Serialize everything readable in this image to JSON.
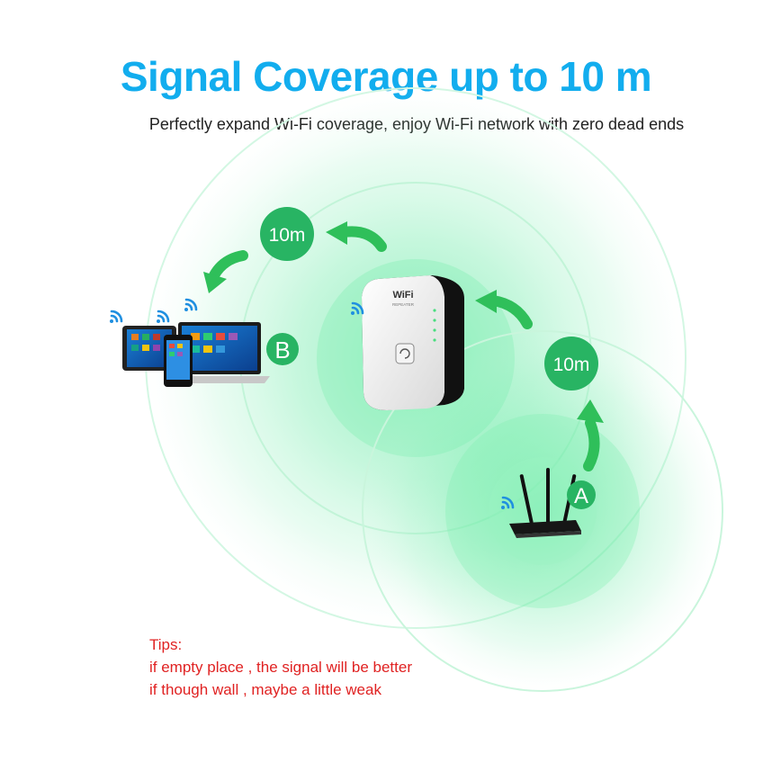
{
  "title": "Signal Coverage up to 10 m",
  "subtitle": "Perfectly expand Wi-Fi coverage, enjoy Wi-Fi network with zero dead ends",
  "badges": {
    "left_distance": "10m",
    "right_distance": "10m",
    "point_a": "A",
    "point_b": "B"
  },
  "repeater": {
    "brand": "WiFi",
    "model": "REPEATER"
  },
  "tips": {
    "heading": "Tips:",
    "line1": "if empty place , the signal will be better",
    "line2": "if though wall , maybe a little weak"
  },
  "colors": {
    "title": "#12adee",
    "badge": "#28b463",
    "arrow": "#2fbf5a",
    "wifi_icon": "#1f8fe0",
    "tips": "#e02222",
    "glow": "#3be38a"
  }
}
